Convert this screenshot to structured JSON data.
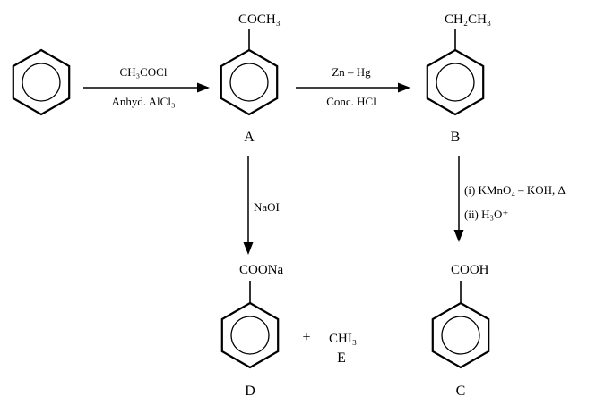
{
  "compounds": {
    "benzene": {
      "group": "",
      "label": ""
    },
    "A": {
      "group": "COCH₃",
      "label": "A"
    },
    "B": {
      "group": "CH₂CH₃",
      "label": "B"
    },
    "C": {
      "group": "COOH",
      "label": "C"
    },
    "D": {
      "group": "COONa",
      "label": "D"
    }
  },
  "byproduct": {
    "plus": "+",
    "formula": "CHI₃",
    "label": "E"
  },
  "reactions": {
    "step1": {
      "above": "CH₃COCl",
      "below": "Anhyd. AlCl₃"
    },
    "step2": {
      "above": "Zn – Hg",
      "below": "Conc. HCl"
    },
    "step3": {
      "line1": "(i) KMnO₄ – KOH, Δ",
      "line2": "(ii) H₃O⁺"
    },
    "step4": {
      "reagent": "NaOI"
    }
  }
}
